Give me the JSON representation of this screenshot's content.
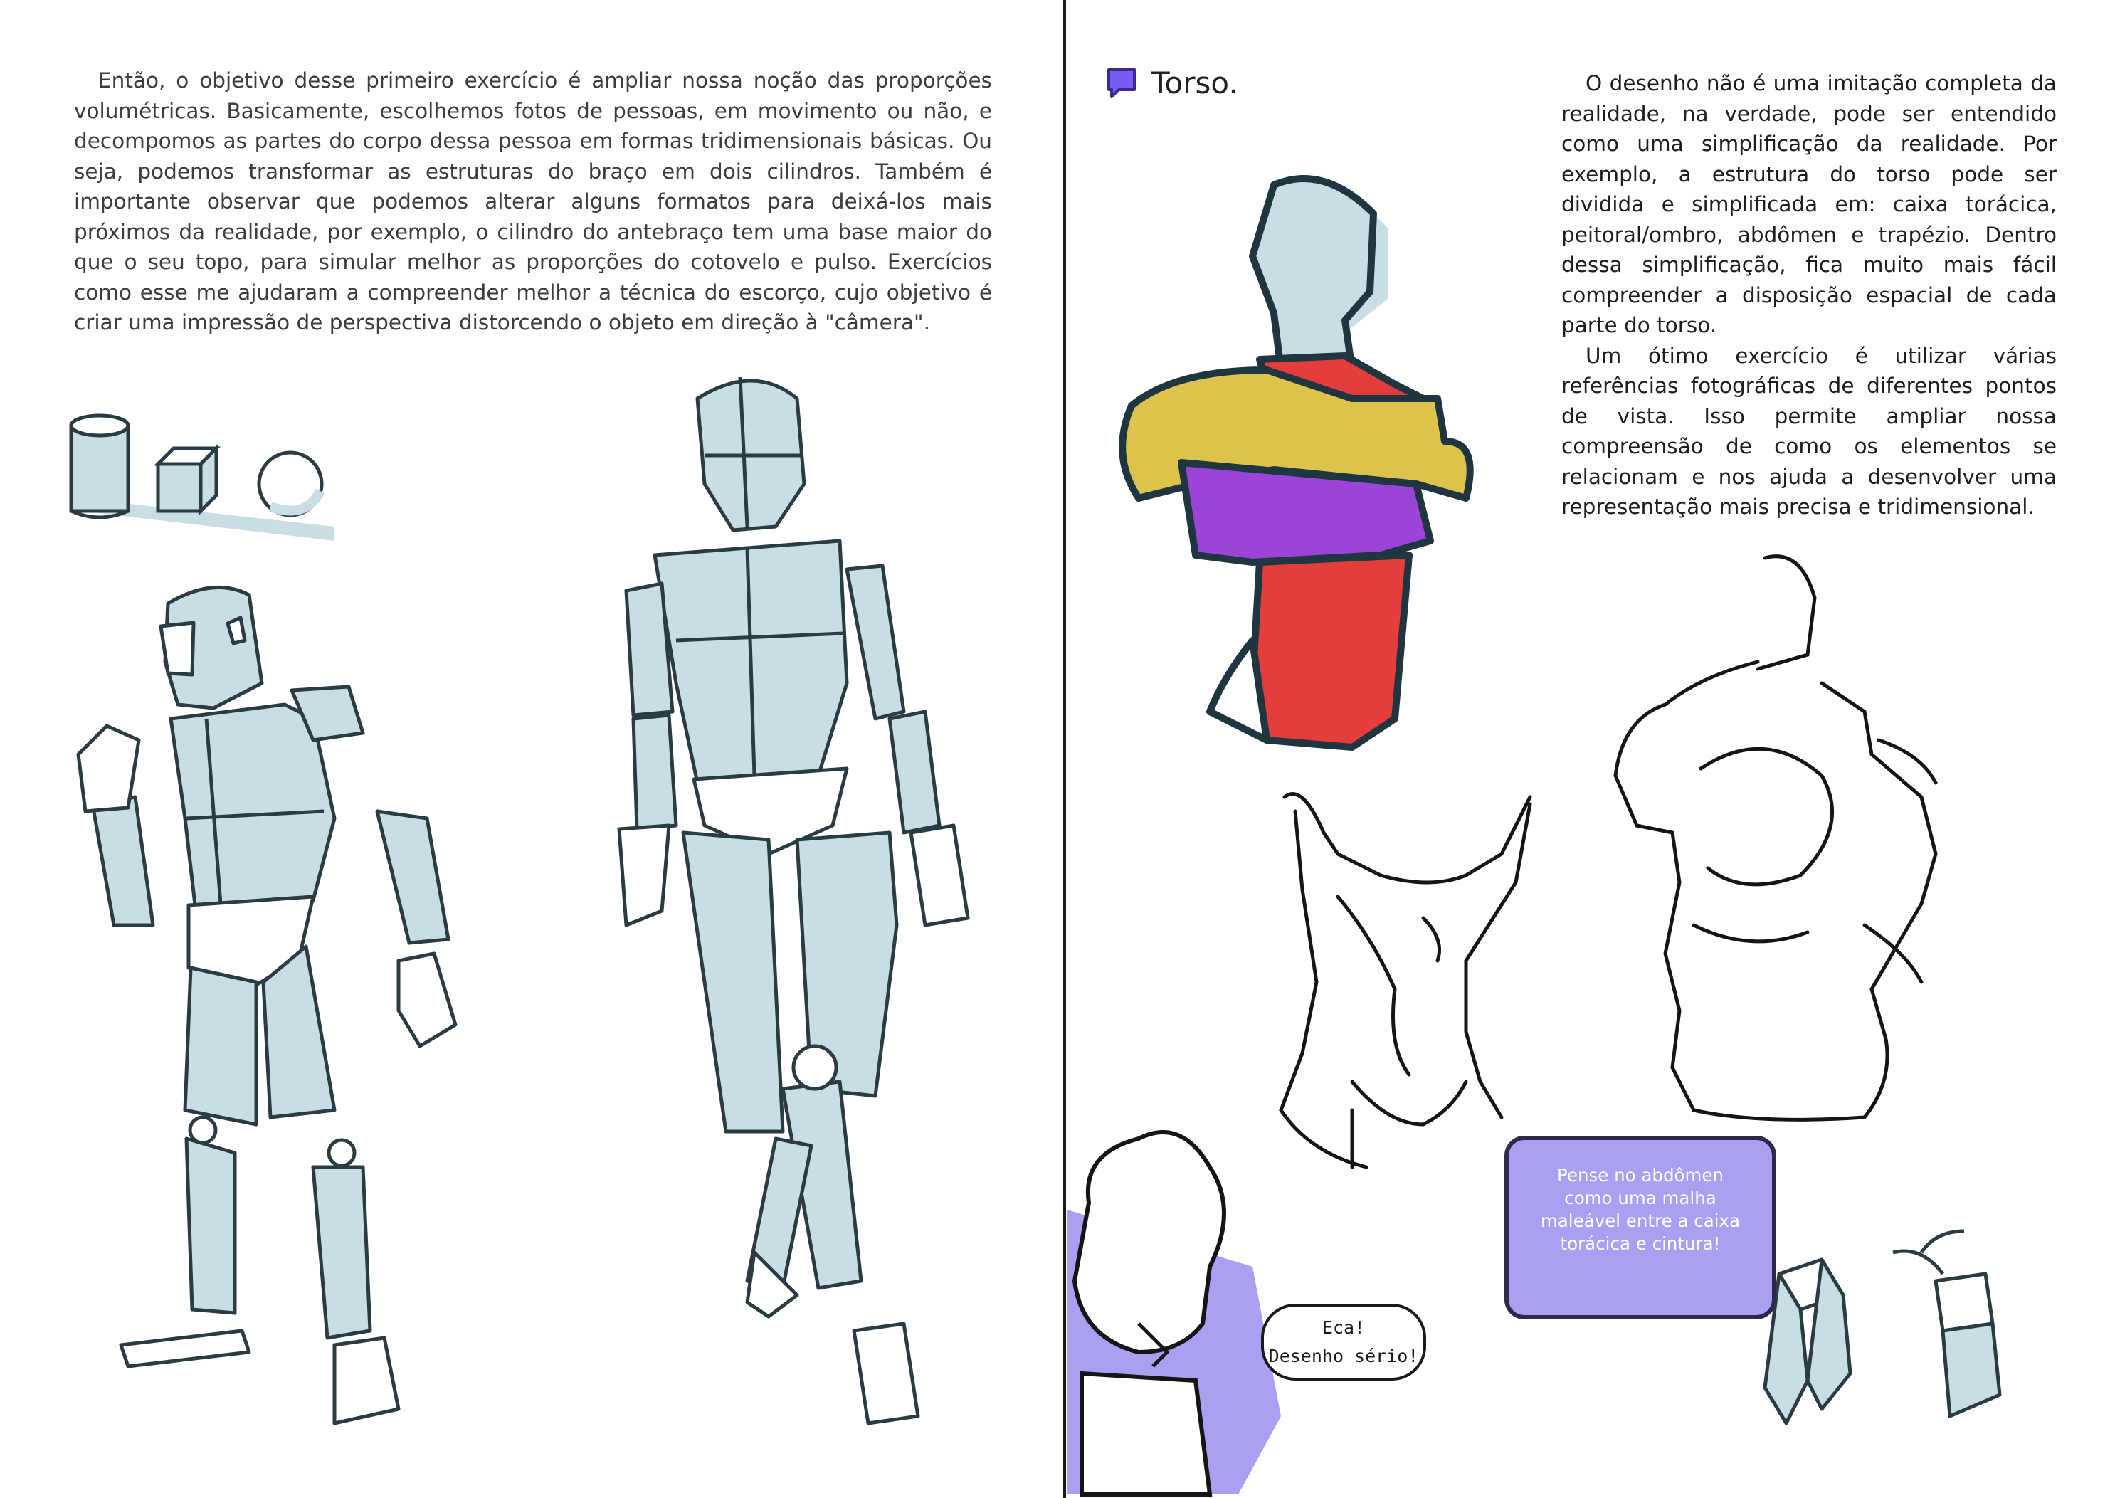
{
  "left_page": {
    "paragraph": "Então, o objetivo desse primeiro exercício é ampliar nossa noção das proporções volumétricas. Basicamente, escolhemos fotos de pessoas, em movimento ou não, e decompomos as partes do corpo dessa pessoa em formas tridimensionais básicas. Ou seja, podemos transformar as estruturas do braço em dois cilindros. Também é importante observar que podemos alterar alguns formatos para deixá-los mais próximos da realidade, por exemplo, o cilindro do antebraço tem uma base maior do que o seu topo, para simular melhor as proporções do cotovelo e pulso. Exercícios como esse me ajudaram a compreender melhor a técnica do escorço, cujo objetivo é criar uma impressão de perspectiva distorcendo o objeto em direção à \"câmera\"."
  },
  "right_page": {
    "section_title": "Torso.",
    "paragraph_1": "O desenho não é uma imitação completa da realidade, na verdade, pode ser entendido como uma simplificação da realidade. Por exemplo, a estrutura do torso pode ser dividida e simplificada em: caixa torácica, peitoral/ombro, abdômen e trapézio. Dentro dessa simplificação, fica muito mais fácil compreender a disposição espacial de cada parte do torso.",
    "paragraph_2": "Um ótimo exercício é utilizar várias referências fotográficas de diferentes pontos de vista. Isso permite ampliar nossa compreensão de como os elementos se relacionam e nos ajuda a desenvolver uma representação mais precisa e tridimensional.",
    "tip_bubble": "Pense no abdômen como uma malha maleável entre a caixa torácica e cintura!",
    "character_line_1": "Eca!",
    "character_line_2": "Desenho sério!"
  },
  "colors": {
    "mannequin_fill": "#c9dde4",
    "line": "#2a3b44",
    "trapezius_yellow": "#dcc44c",
    "pectoral_purple": "#9a44d8",
    "ribcage_red": "#e53c3c",
    "bubble_purple": "#a9a0f2",
    "icon_purple": "#7b5cf0"
  },
  "icons": {
    "section_icon": "speech-bubble-icon"
  }
}
